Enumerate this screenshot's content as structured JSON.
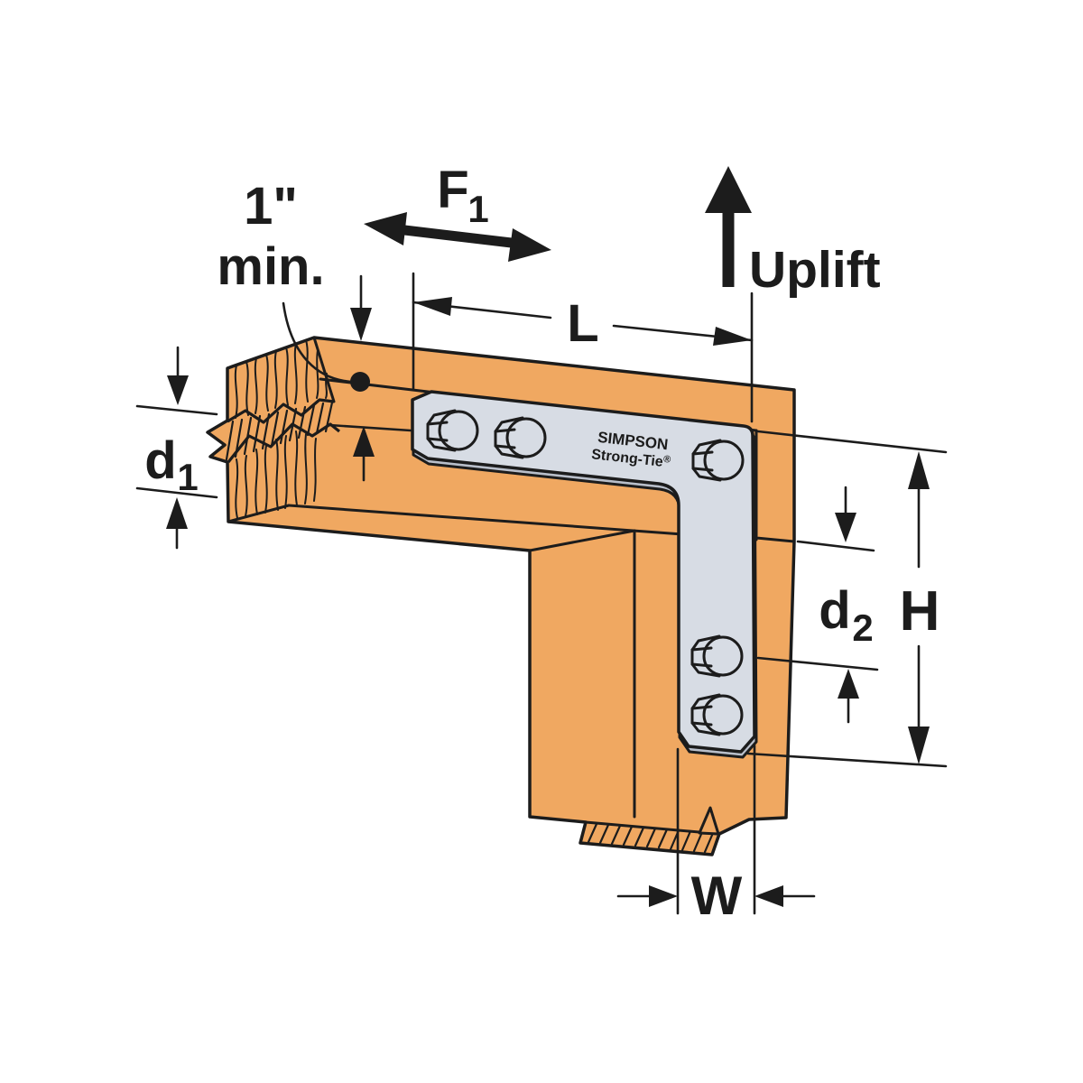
{
  "diagram": {
    "kind": "construction-hardware-illustration",
    "product_brand": {
      "line1": "SIMPSON",
      "line2": "Strong-Tie",
      "registered_mark": "®"
    },
    "annotations": {
      "min_edge_distance": {
        "line1": "1\"",
        "line2": "min."
      },
      "lateral_force": {
        "base": "F",
        "sub": "1"
      },
      "uplift": "Uplift",
      "bracket_length": "L",
      "beam_break_depth": {
        "base": "d",
        "sub": "1"
      },
      "post_bolt_distance": {
        "base": "d",
        "sub": "2"
      },
      "bracket_height": "H",
      "bracket_width": "W"
    },
    "colors": {
      "wood": "#F0A861",
      "bracket": "#D7DCE4",
      "bracket_edge": "#B9BFCA",
      "bolt": "#E9ECF1",
      "line": "#1C1C1C",
      "annotation": "#1C1C1C",
      "background": "#FFFFFF"
    }
  }
}
